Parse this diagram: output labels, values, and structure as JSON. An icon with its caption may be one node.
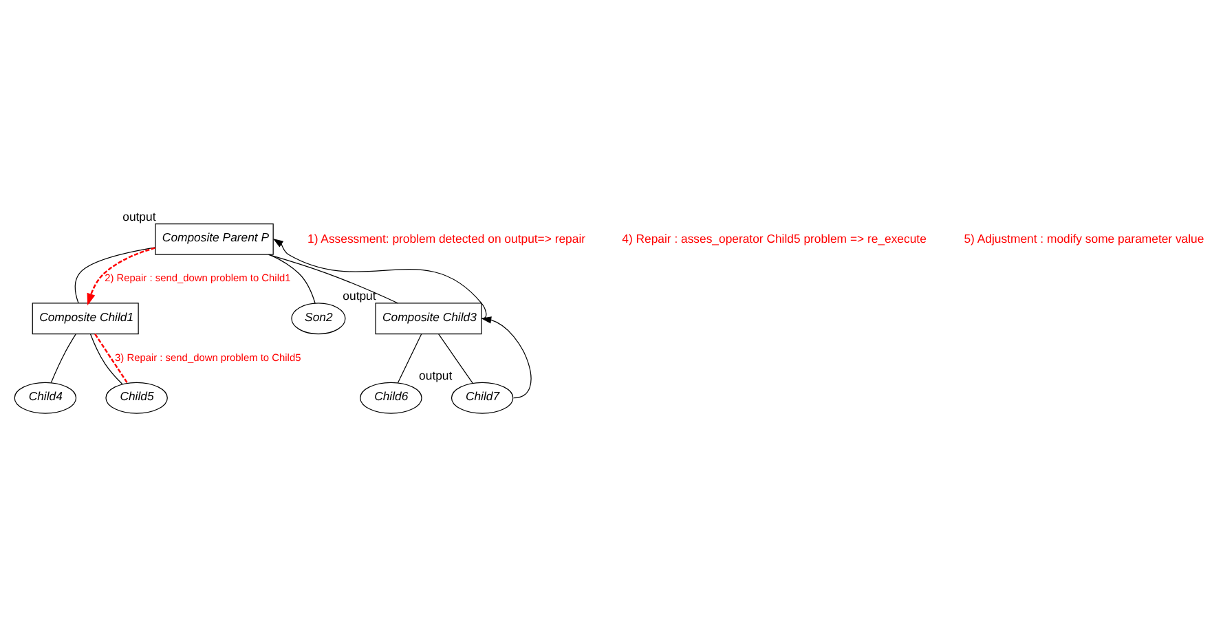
{
  "diagram": {
    "nodes": [
      {
        "text": [
          "Composite Parent P"
        ],
        "beside": [
          "output"
        ]
      },
      {
        "text": [
          "Composite Child1"
        ]
      },
      {
        "text": [
          "Son2"
        ]
      },
      {
        "text": [
          "Composite Child3"
        ],
        "beside": [
          "output"
        ]
      },
      {
        "text": [
          "Child4"
        ]
      },
      {
        "text": [
          "Child5"
        ]
      },
      {
        "text": [
          "Child6"
        ]
      },
      {
        "text": [
          "Child7"
        ],
        "beside": [
          "output"
        ]
      }
    ],
    "edges": [
      {
        "from": 0,
        "to": 1,
        "arrow": "none"
      },
      {
        "from": 0,
        "to": 2,
        "arrow": "none"
      },
      {
        "from": 0,
        "to": 3,
        "arrow": "none"
      },
      {
        "from": 1,
        "to": 4,
        "arrow": "none"
      },
      {
        "from": 1,
        "to": 5,
        "arrow": "none"
      },
      {
        "from": 3,
        "to": 6,
        "arrow": "none"
      },
      {
        "from": 3,
        "to": 7,
        "arrow": "none"
      },
      {
        "from": 3,
        "to": 0,
        "arrow": "to"
      },
      {
        "from": 7,
        "to": 3,
        "arrow": "to"
      },
      {
        "from": 0,
        "to": 1,
        "arrow": "to",
        "label": "2) Repair : send_down problem to Child1",
        "style": "dashed",
        "color": "#ff0000"
      },
      {
        "from": 1,
        "to": 5,
        "arrow": "none",
        "label": "3) Repair : send_down problem to Child5",
        "style": "dashed",
        "color": "#ff0000"
      }
    ],
    "labels": [
      "1) Assessment: problem detected on output=> repair",
      "4) Repair : asses_operator Child5 problem => re_execute",
      "5) Adjustment : modify some parameter value"
    ]
  }
}
